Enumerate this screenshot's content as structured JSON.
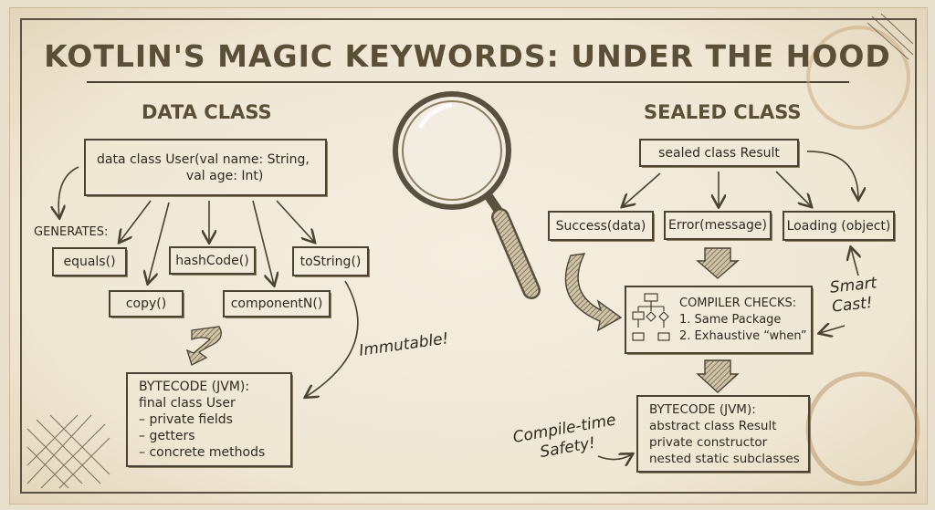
{
  "title": "KOTLIN'S MAGIC KEYWORDS: UNDER THE HOOD",
  "data_class": {
    "heading": "DATA CLASS",
    "declaration": "data class User(val name: String,\n                      val age: Int)",
    "generates_label": "GENERATES:",
    "methods": [
      "equals()",
      "hashCode()",
      "toString()",
      "copy()",
      "componentN()"
    ],
    "bytecode": "BYTECODE (JVM):\nfinal class User\n– private fields\n– getters\n– concrete methods",
    "annotation": "Immutable!"
  },
  "sealed_class": {
    "heading": "SEALED CLASS",
    "declaration": "sealed class Result",
    "subclasses": [
      "Success(data)",
      "Error(message)",
      "Loading (object)"
    ],
    "compiler_checks": "COMPILER CHECKS:\n1. Same Package\n2. Exhaustive “when”",
    "bytecode": "BYTECODE (JVM):\nabstract class Result\nprivate constructor\nnested static subclasses",
    "annotation_smart_cast": "Smart\nCast!",
    "annotation_safety": "Compile-time\nSafety!"
  },
  "colors": {
    "paper": "#f1e9da",
    "ink": "#3b3325",
    "heading": "#5b5037"
  }
}
